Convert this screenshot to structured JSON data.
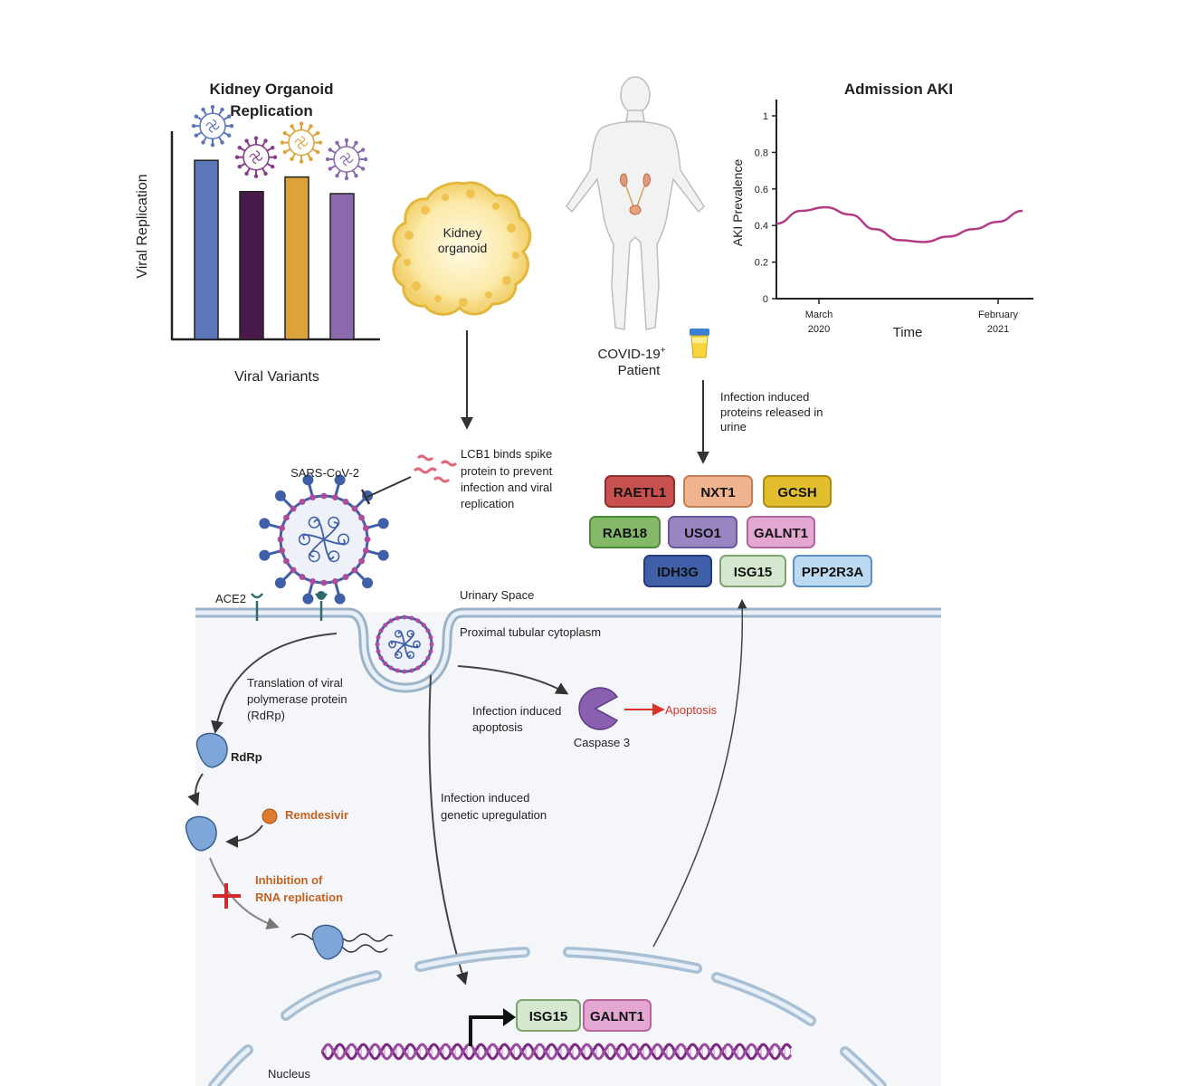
{
  "bar_chart": {
    "title_line1": "Kidney Organoid",
    "title_line2": "Replication",
    "ylabel": "Viral Replication",
    "xlabel": "Viral Variants",
    "chart_data": {
      "type": "bar",
      "categories": [
        "",
        "",
        "",
        ""
      ],
      "values": [
        0.86,
        0.71,
        0.78,
        0.7
      ],
      "ylim": [
        0,
        1
      ],
      "colors": [
        "#5b76b9",
        "#4a1a4a",
        "#dca33a",
        "#8a6aad"
      ]
    }
  },
  "organoid": {
    "label_line1": "Kidney",
    "label_line2": "organoid"
  },
  "patient": {
    "label_line1": "COVID-19",
    "superscript": "+",
    "label_line2": "Patient"
  },
  "line_chart": {
    "title": "Admission AKI",
    "ylabel": "AKI Prevalence",
    "xlabel": "Time",
    "yticks": [
      "0",
      "0.2",
      "0.4",
      "0.6",
      "0.8",
      "1"
    ],
    "xticks": [
      {
        "line1": "March",
        "line2": "2020"
      },
      {
        "line1": "February",
        "line2": "2021"
      }
    ],
    "chart_data": {
      "type": "line",
      "x": [
        0,
        0.1,
        0.2,
        0.3,
        0.4,
        0.5,
        0.6,
        0.7,
        0.8,
        0.9,
        1.0
      ],
      "values": [
        0.41,
        0.48,
        0.5,
        0.46,
        0.38,
        0.32,
        0.31,
        0.34,
        0.38,
        0.42,
        0.48
      ],
      "ylim": [
        0,
        1
      ],
      "color": "#b53a86"
    }
  },
  "urine_label": [
    "Infection induced",
    "proteins released in",
    "urine"
  ],
  "proteins": [
    {
      "name": "RAETL1",
      "fill": "#c8504f",
      "stroke": "#8e2f2f"
    },
    {
      "name": "NXT1",
      "fill": "#efb38d",
      "stroke": "#c67e52"
    },
    {
      "name": "GCSH",
      "fill": "#e2bd2e",
      "stroke": "#ac8c12"
    },
    {
      "name": "RAB18",
      "fill": "#84b96a",
      "stroke": "#4f8a3a"
    },
    {
      "name": "USO1",
      "fill": "#9a86c2",
      "stroke": "#6a57a0"
    },
    {
      "name": "GALNT1",
      "fill": "#e3a7d1",
      "stroke": "#b5659c"
    },
    {
      "name": "IDH3G",
      "fill": "#3f5fa8",
      "stroke": "#233d7a"
    },
    {
      "name": "ISG15",
      "fill": "#d6e7cf",
      "stroke": "#7ea36e"
    },
    {
      "name": "PPP2R3A",
      "fill": "#bcdaf2",
      "stroke": "#5e8fc2"
    }
  ],
  "virus": {
    "label": "SARS-CoV-2"
  },
  "lcb1_label": [
    "LCB1 binds spike",
    "protein to prevent",
    "infection and viral",
    "replication"
  ],
  "ace2_label": "ACE2",
  "urinary_space": "Urinary Space",
  "cytoplasm": "Proximal tubular cytoplasm",
  "translation_label": [
    "Translation of viral",
    "polymerase protein",
    "(RdRp)"
  ],
  "rdrp_label": "RdRp",
  "remdesivir_label": "Remdesivir",
  "inhibition_label": [
    "Inhibition of",
    "RNA replication"
  ],
  "apoptosis_infection_label": [
    "Infection induced",
    "apoptosis"
  ],
  "caspase_label": "Caspase 3",
  "apoptosis_label": "Apoptosis",
  "upregulation_label": [
    "Infection induced",
    "genetic upregulation"
  ],
  "nucleus_label": "Nucleus",
  "nuclear_genes": [
    {
      "name": "ISG15",
      "fill": "#d6e7cf",
      "stroke": "#7ea36e"
    },
    {
      "name": "GALNT1",
      "fill": "#e3a7d1",
      "stroke": "#b5659c"
    }
  ]
}
